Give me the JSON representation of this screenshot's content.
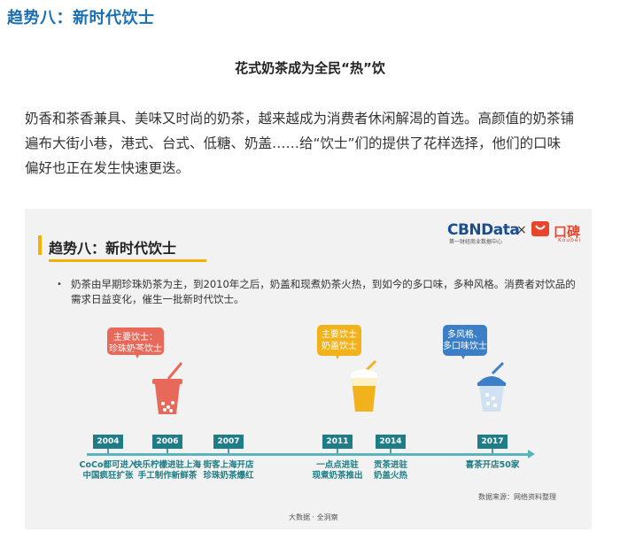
{
  "article": {
    "heading": "趋势八：新时代饮士",
    "subheading": "花式奶茶成为全民“热”饮",
    "paragraph_lines": [
      "奶香和茶香兼具、美味又时尚的奶茶，越来越成为消费者休闲解渴的首选。高颜值的奶茶铺",
      "遍布大街小巷，港式、台式、低糖、奶盖……给“饮士”们的提供了花样选择，他们的口味",
      "偏好也正在发生快速更迭。"
    ]
  },
  "infographic": {
    "title": "趋势八：新时代饮士",
    "logos": {
      "cbn": "CBNData",
      "cbn_sub": "第一财经商业数据中心",
      "times": "×",
      "koubei": "口碑",
      "koubei_sub": "Koubei"
    },
    "bullet_lines": [
      "奶茶由早期珍珠奶茶为主，到2010年之后，奶盖和现煮奶茶火热，到如今的多口味，多种风格。消费者对饮品的",
      "需求日益变化，催生一批新时代饮士。"
    ],
    "bubbles": [
      {
        "lines": [
          "主要饮士：",
          "珍珠奶茶饮士"
        ],
        "color": "#e8685a"
      },
      {
        "lines": [
          "主要饮士",
          "奶盖饮士"
        ],
        "color": "#f2b21c"
      },
      {
        "lines": [
          "多风格、",
          "多口味饮士"
        ],
        "color": "#3c7fc6"
      }
    ],
    "timeline": [
      {
        "year": "2004",
        "lines": [
          "CoCo都可进入",
          "中国疯狂扩张"
        ]
      },
      {
        "year": "2006",
        "lines": [
          "快乐柠檬进驻上海",
          "手工制作新鲜茶"
        ]
      },
      {
        "year": "2007",
        "lines": [
          "街客上海开店",
          "珍珠奶茶爆红"
        ]
      },
      {
        "year": "2011",
        "lines": [
          "一点点进驻",
          "现煮奶茶推出"
        ]
      },
      {
        "year": "2014",
        "lines": [
          "贡茶进驻",
          "奶盖火热"
        ]
      },
      {
        "year": "2017",
        "lines": [
          "喜茶开店50家"
        ]
      }
    ],
    "source": "数据来源：网络资料整理",
    "footer": "大数据 · 全洞察",
    "colors": {
      "accent_yellow": "#f5b000",
      "timeline_teal": "#1e7d86",
      "cup_red": "#e8685a",
      "cup_yellow": "#f2b21c",
      "cup_blue": "#3c7fc6"
    }
  }
}
